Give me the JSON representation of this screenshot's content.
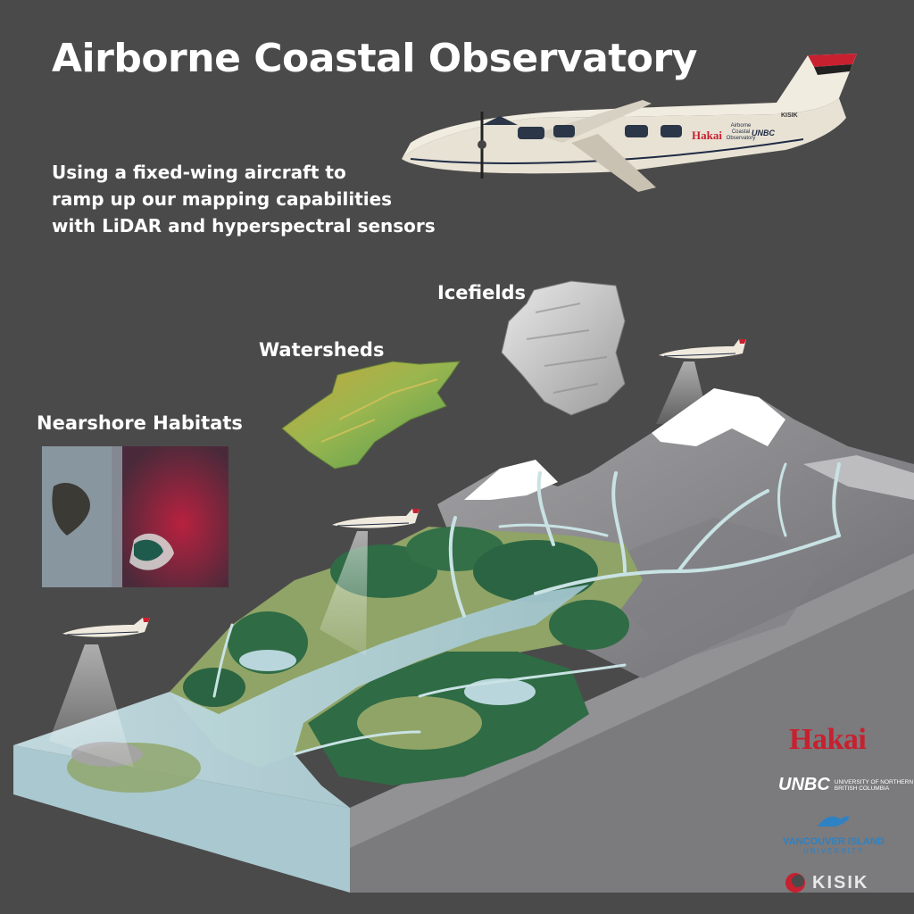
{
  "title": "Airborne Coastal Observatory",
  "subtitle_lines": [
    "Using a fixed-wing aircraft to",
    "ramp up our mapping capabilities",
    "with LiDAR and hyperspectral sensors"
  ],
  "labels": {
    "icefields": "Icefields",
    "watersheds": "Watersheds",
    "nearshore": "Nearshore Habitats"
  },
  "aircraft_livery": {
    "brand": "Hakai",
    "line1": "Airborne",
    "line2": "Coastal",
    "line3": "Observatory",
    "partner1": "UNBC",
    "partner2": "KISIK"
  },
  "logos": {
    "hakai": "Hakai",
    "unbc_mark": "UNBC",
    "unbc_text": "UNIVERSITY OF NORTHERN BRITISH COLUMBIA",
    "viu_name": "VANCOUVER ISLAND",
    "viu_sub": "UNIVERSITY",
    "kisik": "KISIK"
  },
  "colors": {
    "background": "#4b4a4a",
    "hakai_red": "#c8202f",
    "viu_blue": "#2d82c4",
    "forest": "#2f6b45",
    "meadow": "#8fa466",
    "water": "#b9d6dc",
    "rock": "#8a8a8c",
    "snow": "#ffffff"
  }
}
